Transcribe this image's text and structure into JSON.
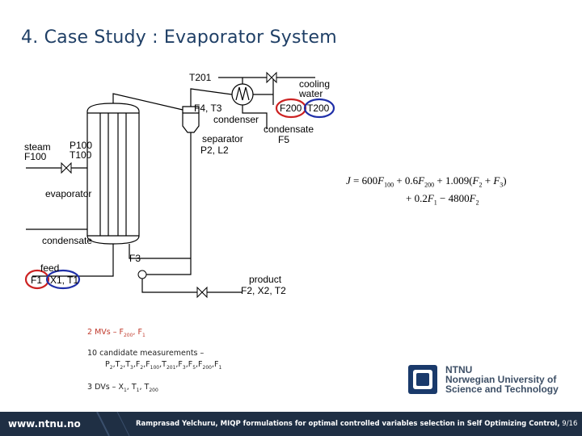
{
  "slide": {
    "title": "4. Case Study : Evaporator System"
  },
  "diagram": {
    "labels": {
      "t201": "T201",
      "cooling": "cooling",
      "water": "water",
      "f4t3": "F4, T3",
      "condenser": "condenser",
      "f200": "F200",
      "t200": "T200",
      "condensate_right": "condensate",
      "f5": "F5",
      "steam": "steam",
      "f100": "F100",
      "p100": "P100",
      "t100": "T100",
      "separator": "separator",
      "p2l2": "P2, L2",
      "evaporator": "evaporator",
      "condensate_left": "condensate",
      "f3": "F3",
      "feed": "feed",
      "f1": "F1",
      "x1t1": "X1, T1",
      "product": "product",
      "f2x2t2": "F2, X2, T2"
    }
  },
  "equation": {
    "line1_lhs": "J",
    "line1_eq": " = 600",
    "line1_v1": "F",
    "line1_s1": "100",
    "line1_p1": " + 0.6",
    "line1_v2": "F",
    "line1_s2": "200",
    "line1_p2": " + 1.009(",
    "line1_v3": "F",
    "line1_s3": "2",
    "line1_p3": " + ",
    "line1_v4": "F",
    "line1_s4": "3",
    "line1_p4": ")",
    "line2_p0": "+ 0.2",
    "line2_v1": "F",
    "line2_s1": "1",
    "line2_p1": " − 4800",
    "line2_v2": "F",
    "line2_s2": "2"
  },
  "notes": {
    "mvs_prefix": "2 MVs – F",
    "mvs_sub1": "200",
    "mvs_mid": ", F",
    "mvs_sub2": "1",
    "cand_line": "10 candidate measurements –",
    "meas": [
      {
        "v": "P",
        "s": "2"
      },
      {
        "v": ",T",
        "s": "2"
      },
      {
        "v": ",T",
        "s": "3"
      },
      {
        "v": ",F",
        "s": "2"
      },
      {
        "v": ",F",
        "s": "100"
      },
      {
        "v": ",T",
        "s": "201"
      },
      {
        "v": ",F",
        "s": "3"
      },
      {
        "v": ",F",
        "s": "5"
      },
      {
        "v": ",F",
        "s": "200"
      },
      {
        "v": ",F",
        "s": "1"
      }
    ],
    "dvs_prefix": "3 DVs – X",
    "dvs_sub1": "1",
    "dvs_mid1": ", T",
    "dvs_sub2": "1",
    "dvs_mid2": ", T",
    "dvs_sub3": "200"
  },
  "logo": {
    "line1": "NTNU",
    "line2": "Norwegian University of",
    "line3": "Science and Technology"
  },
  "footer": {
    "url": "www.ntnu.no",
    "citation": "Ramprasad Yelchuru, MIQP formulations for optimal controlled variables selection in Self Optimizing Control,",
    "page": " 9/16"
  },
  "colors": {
    "title": "#1f3f66",
    "footer_bg": "#1f2f44",
    "highlight_red": "#cc2222",
    "highlight_blue": "#1f2fa8",
    "notes_red": "#c0392b",
    "logo_blue": "#1a3a6b"
  }
}
